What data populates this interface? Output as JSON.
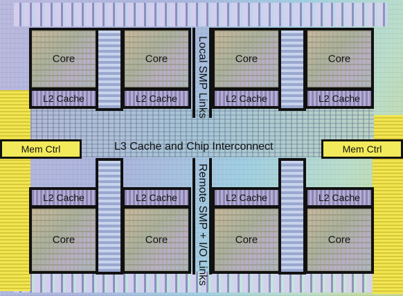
{
  "diagram": {
    "core_label": "Core",
    "l2_label": "L2 Cache",
    "center_label": "L3 Cache and Chip Interconnect",
    "mem_left": "Mem Ctrl",
    "mem_right": "Mem Ctrl",
    "local_links": "Local SMP Links",
    "remote_links": "Remote SMP + I/O Links"
  }
}
